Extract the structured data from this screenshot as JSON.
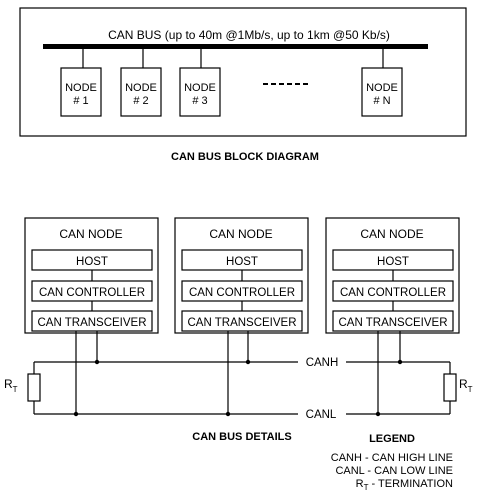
{
  "block_diagram": {
    "bus_label": "CAN BUS (up to 40m @1Mb/s, up to 1km @50 Kb/s)",
    "nodes": [
      {
        "line1": "NODE",
        "line2": "# 1"
      },
      {
        "line1": "NODE",
        "line2": "# 2"
      },
      {
        "line1": "NODE",
        "line2": "# 3"
      },
      {
        "line1": "NODE",
        "line2": "# N"
      }
    ],
    "caption": "CAN BUS BLOCK DIAGRAM"
  },
  "details": {
    "can_nodes": [
      {
        "title": "CAN NODE",
        "host": "HOST",
        "controller": "CAN CONTROLLER",
        "transceiver": "CAN TRANSCEIVER"
      },
      {
        "title": "CAN NODE",
        "host": "HOST",
        "controller": "CAN CONTROLLER",
        "transceiver": "CAN TRANSCEIVER"
      },
      {
        "title": "CAN NODE",
        "host": "HOST",
        "controller": "CAN CONTROLLER",
        "transceiver": "CAN TRANSCEIVER"
      }
    ],
    "canh_label": "CANH",
    "canl_label": "CANL",
    "resistor_label": "R",
    "resistor_sub": "T",
    "caption": "CAN BUS DETAILS"
  },
  "legend": {
    "title": "LEGEND",
    "items": [
      "CANH - CAN HIGH LINE",
      "CANL - CAN LOW LINE"
    ],
    "term_symbol": "R",
    "term_sub": "T",
    "term_text": " - TERMINATION"
  }
}
